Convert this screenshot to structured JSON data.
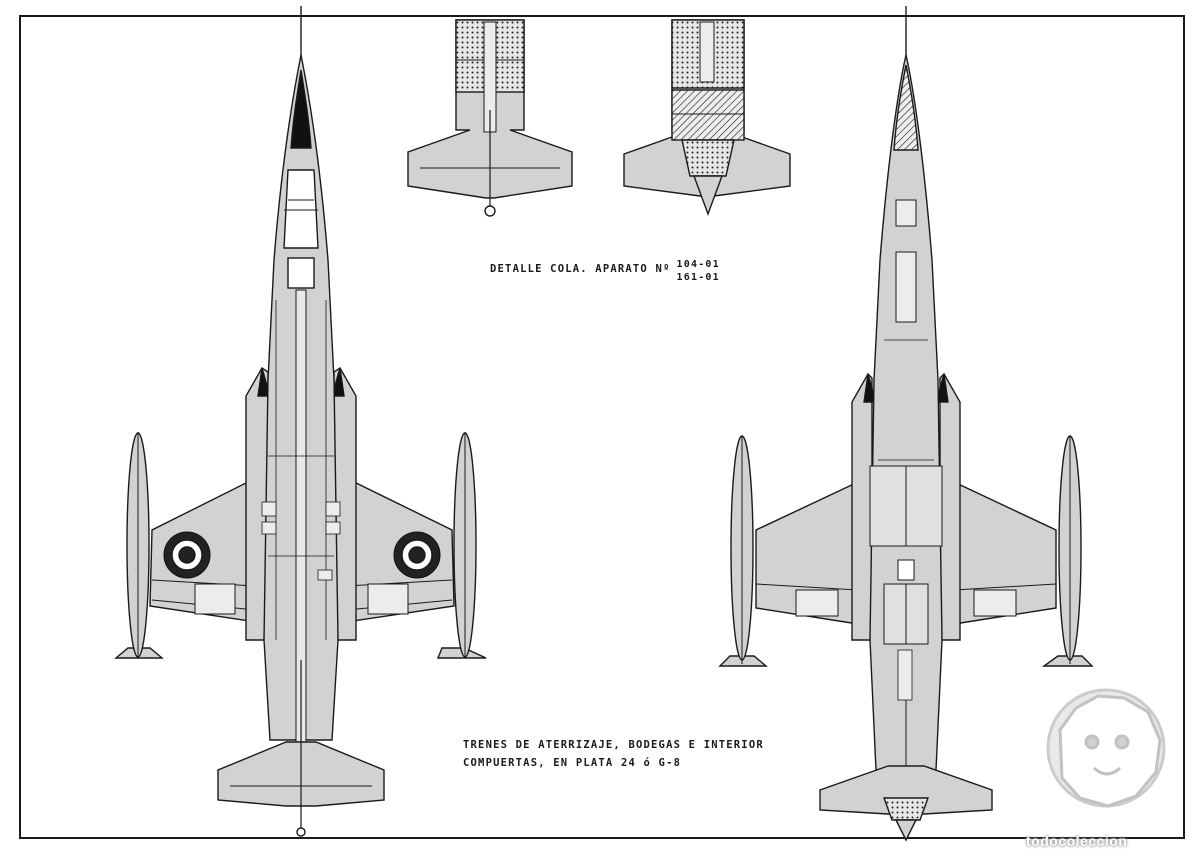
{
  "captions": {
    "tail_detail_label": "DETALLE COLA. APARATO Nº",
    "tail_detail_numbers": [
      "104-01",
      "161-01"
    ],
    "landing_gear_line1": "TRENES DE ATERRIZAJE, BODEGAS E INTERIOR",
    "landing_gear_line2": "COMPUERTAS, EN PLATA 24 ó G-8"
  },
  "watermark": {
    "text": "todocoleccion"
  },
  "colors": {
    "ink": "#1a1a1a",
    "fill": "#d2d2d2",
    "fill_light": "#ececec",
    "black_panel": "#111111",
    "roundel_outer": "#222222",
    "roundel_mid": "#ffffff",
    "paper": "#ffffff"
  },
  "icons": [
    "lion-logo-icon",
    "roundel-icon"
  ]
}
